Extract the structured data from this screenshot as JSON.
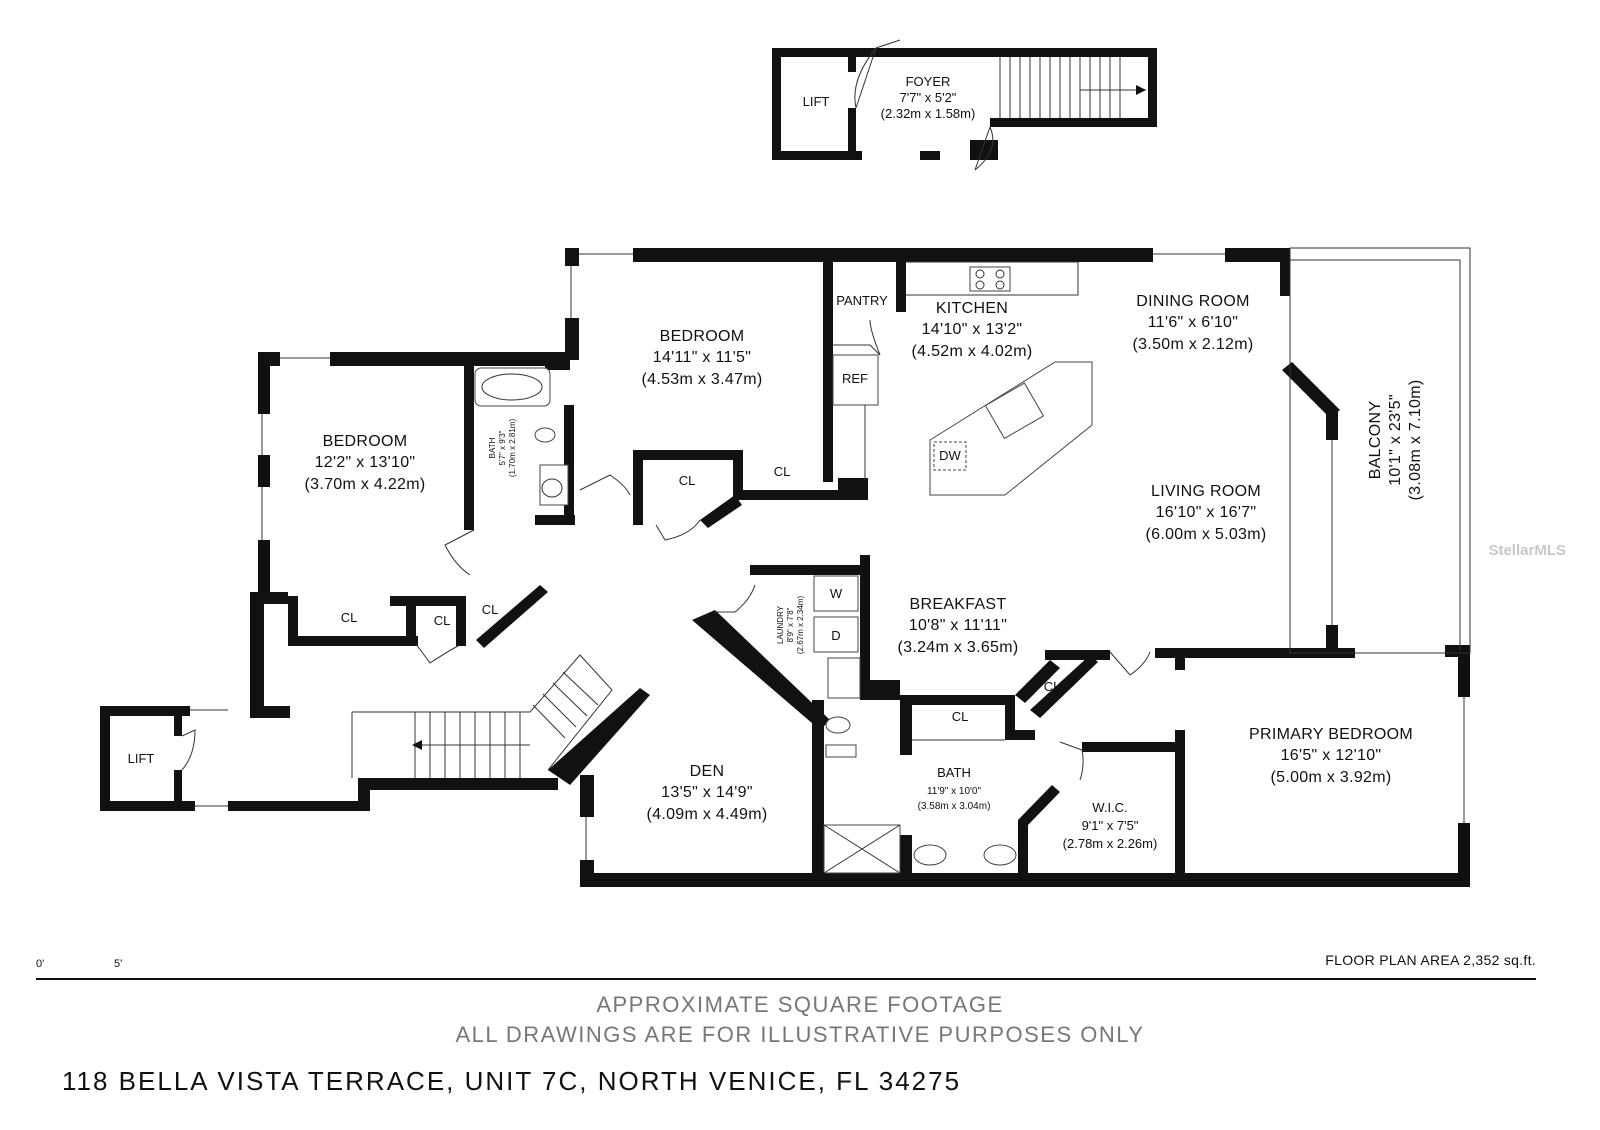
{
  "rooms": {
    "foyer": {
      "name": "FOYER",
      "imperial": "7'7\" x 5'2\"",
      "metric": "(2.32m x 1.58m)"
    },
    "bedroom2": {
      "name": "BEDROOM",
      "imperial": "14'11\" x 11'5\"",
      "metric": "(4.53m x 3.47m)"
    },
    "kitchen": {
      "name": "KITCHEN",
      "imperial": "14'10\" x 13'2\"",
      "metric": "(4.52m x 4.02m)"
    },
    "dining": {
      "name": "DINING ROOM",
      "imperial": "11'6\" x 6'10\"",
      "metric": "(3.50m x 2.12m)"
    },
    "bedroom1": {
      "name": "BEDROOM",
      "imperial": "12'2\" x 13'10\"",
      "metric": "(3.70m x 4.22m)"
    },
    "bath1": {
      "name": "BATH",
      "imperial": "5'7\" x 9'3\"",
      "metric": "(1.70m x 2.81m)"
    },
    "living": {
      "name": "LIVING ROOM",
      "imperial": "16'10\" x 16'7\"",
      "metric": "(6.00m x 5.03m)"
    },
    "balcony": {
      "name": "BALCONY",
      "imperial": "10'1\" x 23'5\"",
      "metric": "(3.08m x 7.10m)"
    },
    "breakfast": {
      "name": "BREAKFAST",
      "imperial": "10'8\" x 11'11\"",
      "metric": "(3.24m x 3.65m)"
    },
    "laundry": {
      "name": "LAUNDRY",
      "imperial": "8'9\" x 7'8\"",
      "metric": "(2.67m x 2.34m)"
    },
    "primary": {
      "name": "PRIMARY BEDROOM",
      "imperial": "16'5\" x 12'10\"",
      "metric": "(5.00m x 3.92m)"
    },
    "den": {
      "name": "DEN",
      "imperial": "13'5\" x 14'9\"",
      "metric": "(4.09m x 4.49m)"
    },
    "bath2": {
      "name": "BATH",
      "imperial": "11'9\" x 10'0\"",
      "metric": "(3.58m x 3.04m)"
    },
    "wic": {
      "name": "W.I.C.",
      "imperial": "9'1\" x 7'5\"",
      "metric": "(2.78m x 2.26m)"
    }
  },
  "tags": {
    "lift": "LIFT",
    "pantry": "PANTRY",
    "ref": "REF",
    "dw": "DW",
    "cl": "CL",
    "washer": "W",
    "dryer": "D"
  },
  "scale": {
    "zero": "0'",
    "five": "5'"
  },
  "area": "FLOOR PLAN AREA 2,352 sq.ft.",
  "disclaimer": {
    "line1": "APPROXIMATE SQUARE FOOTAGE",
    "line2": "ALL DRAWINGS ARE FOR ILLUSTRATIVE PURPOSES ONLY"
  },
  "address": "118 BELLA VISTA TERRACE, UNIT 7C, NORTH VENICE, FL 34275",
  "watermark": "StellarMLS"
}
